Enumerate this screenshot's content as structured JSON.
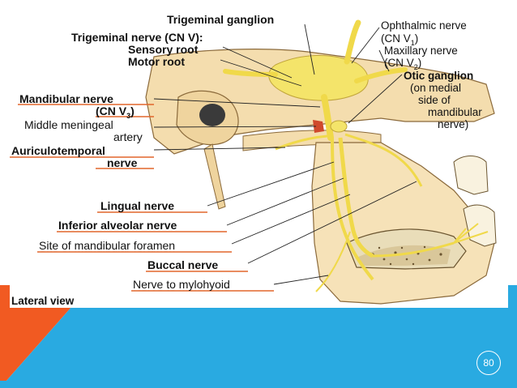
{
  "slide": {
    "page_number": "80",
    "colors": {
      "orange": "#F15A22",
      "blue": "#29AAE1",
      "nerve_yellow": "#F2E04B",
      "bone_beige": "#F2D9A6",
      "underline": "#E2672C"
    }
  },
  "figure": {
    "view_label": "Lateral view",
    "labels": {
      "trigeminal_ganglion": "Trigeminal ganglion",
      "trigeminal_nerve": "Trigeminal nerve (CN V):",
      "sensory_root": "Sensory root",
      "motor_root": "Motor root",
      "mandibular_nerve_1": "Mandibular nerve",
      "mandibular_nerve_2": "(CN V",
      "mandibular_nerve_sub": "3",
      "mandibular_nerve_3": ")",
      "middle_meningeal_1": "Middle meningeal",
      "middle_meningeal_2": "artery",
      "auriculotemporal_1": "Auriculotemporal",
      "auriculotemporal_2": "nerve",
      "lingual": "Lingual nerve",
      "inferior_alveolar": "Inferior alveolar nerve",
      "mandibular_foramen": "Site of mandibular foramen",
      "buccal": "Buccal nerve",
      "mylohyoid": "Nerve to mylohyoid",
      "ophthalmic_1": "Ophthalmic nerve",
      "ophthalmic_2": "(CN V",
      "ophthalmic_sub": "1",
      "ophthalmic_3": ")",
      "maxillary_1": "Maxillary nerve",
      "maxillary_2": "(CN V",
      "maxillary_sub": "2",
      "maxillary_3": ")",
      "otic_1": "Otic ganglion",
      "otic_2": "(on medial",
      "otic_3": "side of",
      "otic_4": "mandibular",
      "otic_5": "nerve)"
    }
  }
}
